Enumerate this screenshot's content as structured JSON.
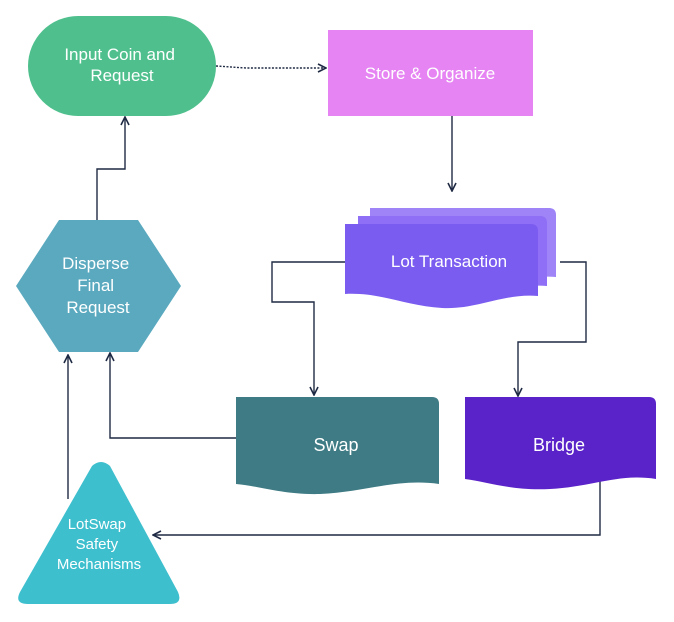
{
  "diagram": {
    "nodes": {
      "input": {
        "lines": [
          "Input Coin and",
          "Request"
        ],
        "fill": "#4fc08d",
        "shape": "stadium"
      },
      "store": {
        "lines": [
          "Store & Organize"
        ],
        "fill": "#e584f2",
        "shape": "rectangle"
      },
      "lot": {
        "lines": [
          "Lot Transaction"
        ],
        "fill": "#7b5cf0",
        "back_fill": "#8e6ff6",
        "shape": "multi-document"
      },
      "swap": {
        "lines": [
          "Swap"
        ],
        "fill": "#3e7b84",
        "shape": "document"
      },
      "bridge": {
        "lines": [
          "Bridge"
        ],
        "fill": "#5a23c9",
        "shape": "document"
      },
      "disperse": {
        "lines": [
          "Disperse",
          "Final",
          "Request"
        ],
        "fill": "#5aa9bf",
        "shape": "hexagon"
      },
      "safety": {
        "lines": [
          "LotSwap",
          "Safety",
          "Mechanisms"
        ],
        "fill": "#3ebfce",
        "shape": "triangle"
      }
    },
    "edges": [
      {
        "from": "input",
        "to": "store"
      },
      {
        "from": "store",
        "to": "lot"
      },
      {
        "from": "lot",
        "to": "swap"
      },
      {
        "from": "lot",
        "to": "bridge"
      },
      {
        "from": "swap",
        "to": "disperse"
      },
      {
        "from": "bridge",
        "to": "safety"
      },
      {
        "from": "safety",
        "to": "disperse"
      },
      {
        "from": "disperse",
        "to": "input"
      }
    ],
    "colors": {
      "text": "#ffffff",
      "connector": "#1f2a44"
    }
  }
}
